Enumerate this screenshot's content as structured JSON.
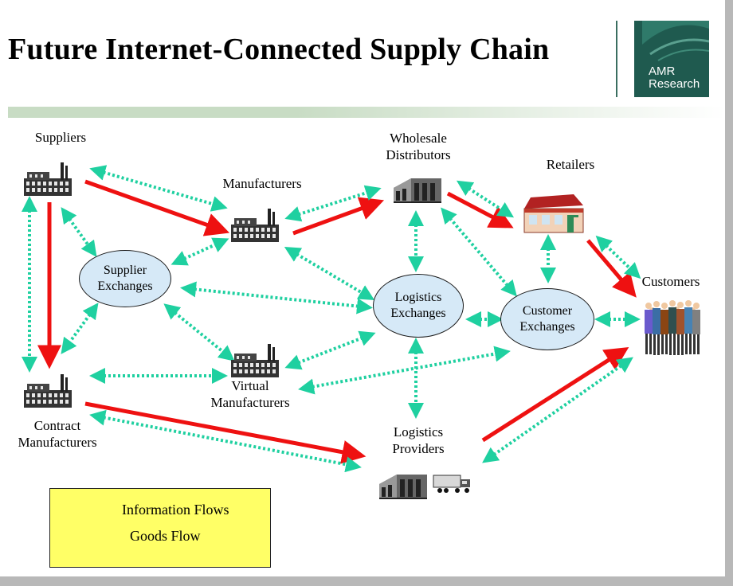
{
  "title": "Future Internet-Connected Supply Chain",
  "logo": {
    "line1": "AMR",
    "line2": "Research"
  },
  "labels": {
    "suppliers": "Suppliers",
    "manufacturers": "Manufacturers",
    "wholesale_line1": "Wholesale",
    "wholesale_line2": "Distributors",
    "retailers": "Retailers",
    "customers": "Customers",
    "virtual_line1": "Virtual",
    "virtual_line2": "Manufacturers",
    "contract_line1": "Contract",
    "contract_line2": "Manufacturers",
    "logistics_providers_line1": "Logistics",
    "logistics_providers_line2": "Providers"
  },
  "exchanges": {
    "supplier_line1": "Supplier",
    "supplier_line2": "Exchanges",
    "logistics_line1": "Logistics",
    "logistics_line2": "Exchanges",
    "customer_line1": "Customer",
    "customer_line2": "Exchanges"
  },
  "legend": {
    "information": "Information Flows",
    "goods": "Goods Flow"
  },
  "colors": {
    "information_arrow": "#1fd0a0",
    "goods_arrow": "#ee1111",
    "exchange_fill": "#d6e9f7",
    "legend_fill": "#ffff66",
    "logo_fill": "#1f5a4f"
  },
  "icons": {
    "suppliers": "factory-icon",
    "manufacturers": "factory-icon",
    "virtual": "factory-icon",
    "contract": "factory-icon",
    "wholesale": "warehouse-icon",
    "retailers": "store-icon",
    "customers": "people-icon",
    "logistics_providers": "warehouse-icon",
    "truck": "truck-icon"
  }
}
